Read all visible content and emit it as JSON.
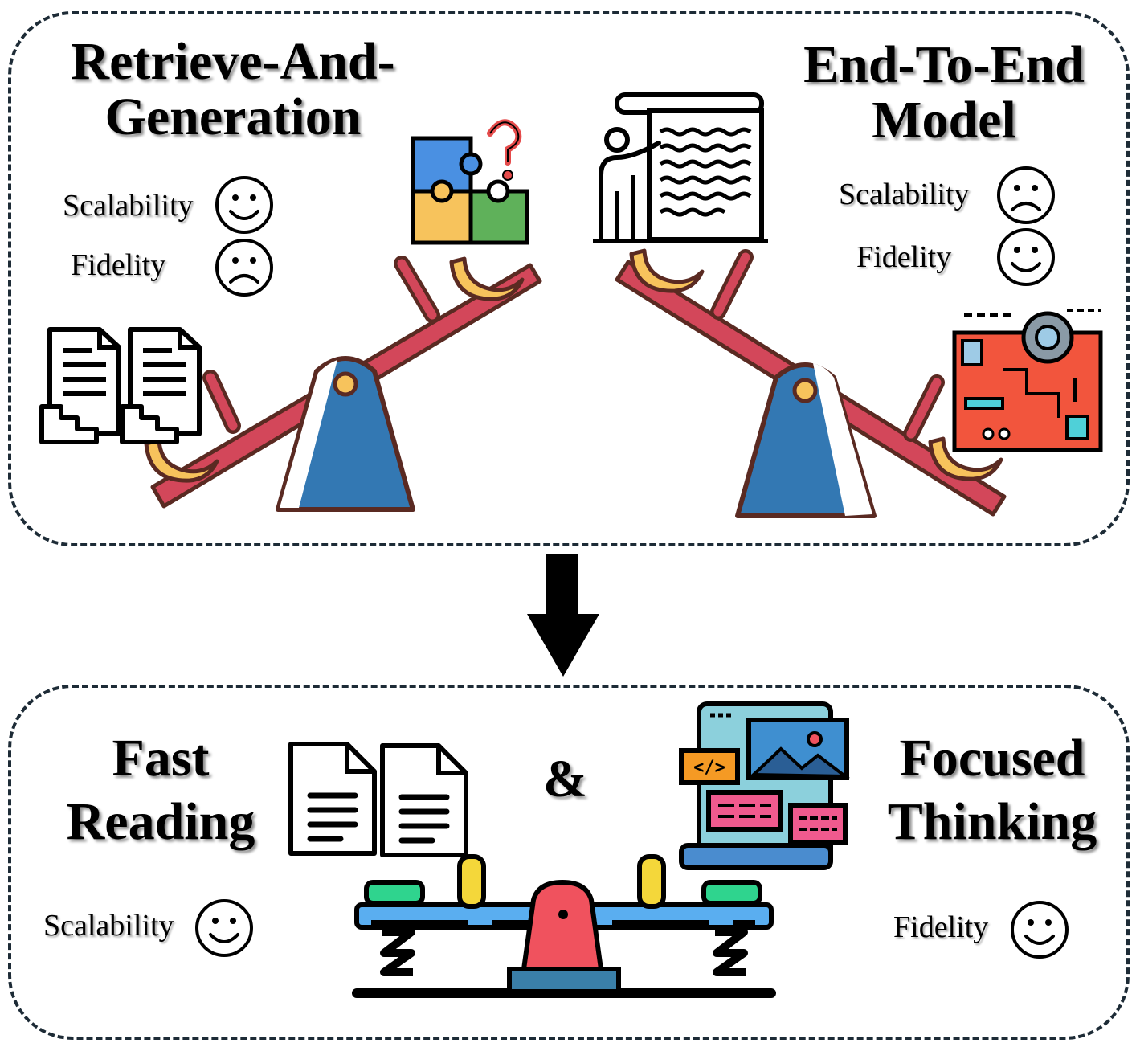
{
  "top": {
    "left_method": {
      "title_line1": "Retrieve-And-",
      "title_line2": "Generation",
      "criteria": [
        {
          "label": "Scalability",
          "face": "smile-icon"
        },
        {
          "label": "Fidelity",
          "face": "frown-icon"
        }
      ]
    },
    "right_method": {
      "title_line1": "End-To-End",
      "title_line2": "Model",
      "criteria": [
        {
          "label": "Scalability",
          "face": "frown-icon"
        },
        {
          "label": "Fidelity",
          "face": "smile-icon"
        }
      ]
    }
  },
  "bottom": {
    "left_method": {
      "title_line1": "Fast",
      "title_line2": "Reading",
      "criteria": [
        {
          "label": "Scalability",
          "face": "smile-icon"
        }
      ]
    },
    "connector": "&",
    "right_method": {
      "title_line1": "Focused",
      "title_line2": "Thinking",
      "criteria": [
        {
          "label": "Fidelity",
          "face": "smile-icon"
        }
      ]
    }
  },
  "colors": {
    "border": "#1d2b36",
    "beam": "#d3475a",
    "fulcrum": "#3378b3",
    "seat": "#f7c35c",
    "outline": "#5a2a22",
    "arrow": "#000000"
  }
}
